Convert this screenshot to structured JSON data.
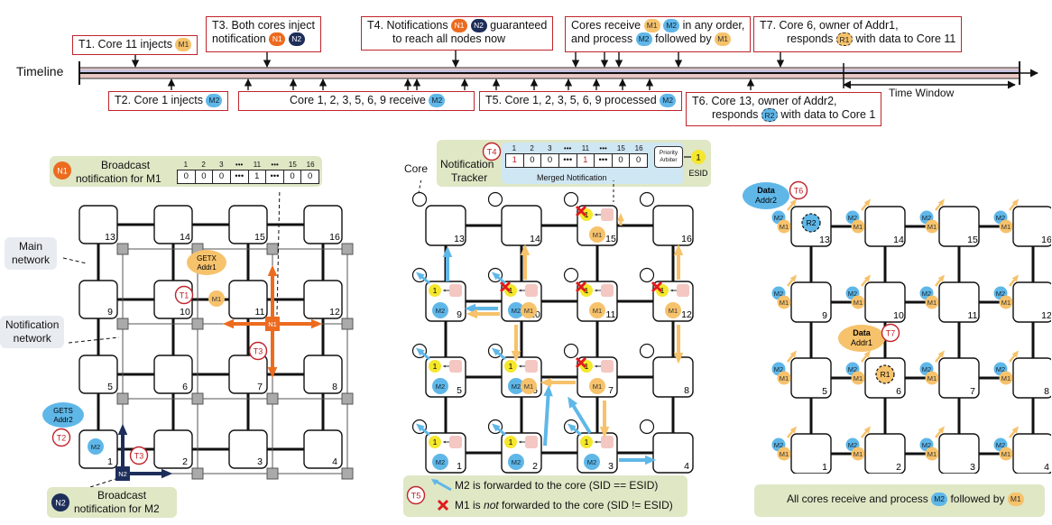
{
  "timeline": {
    "label": "Timeline",
    "time_window": "Time Window",
    "events_top": [
      {
        "id": "t1",
        "pre": "T1. Core 11 injects",
        "pill": "M1",
        "kind": "m1"
      },
      {
        "id": "t3",
        "line1": "T3. Both cores inject",
        "line2_pre": "notification",
        "pills": [
          "N1",
          "N2"
        ]
      },
      {
        "id": "t4",
        "line1_pre": "T4. Notifications",
        "pills": [
          "N1",
          "N2"
        ],
        "line1_post": "guaranteed",
        "line2": "to reach all nodes now"
      },
      {
        "id": "cr",
        "line1_pre": "Cores receive",
        "pills": [
          "M1",
          "M2"
        ],
        "line1_post": "in any order,",
        "line2_pre": "and process",
        "line2_mid": "followed by"
      },
      {
        "id": "t7",
        "line1": "T7. Core 6, owner of Addr1,",
        "line2_pre": "responds",
        "pill": "R1",
        "line2_post": "with data to Core 11"
      }
    ],
    "events_bottom": [
      {
        "id": "t2",
        "pre": "T2. Core 1 injects",
        "pill": "M2"
      },
      {
        "id": "rcv",
        "pre": "Core 1, 2, 3, 5, 6, 9 receive",
        "pill": "M2"
      },
      {
        "id": "t5",
        "pre": "T5. Core 1, 2, 3, 5, 6, 9 processed",
        "pill": "M2"
      },
      {
        "id": "t6",
        "line1": "T6. Core 13, owner of Addr2,",
        "line2_pre": "responds",
        "pill": "R2",
        "line2_post": "with data to Core 1"
      }
    ]
  },
  "panel_left": {
    "n1_title_1": "Broadcast",
    "n1_title_2": "notification for M1",
    "n1_vector_headers": [
      "1",
      "2",
      "3",
      "•••",
      "11",
      "•••",
      "15",
      "16"
    ],
    "n1_vector_values": [
      "0",
      "0",
      "0",
      "•••",
      "1",
      "•••",
      "0",
      "0"
    ],
    "n2_title_1": "Broadcast",
    "n2_title_2": "notification for M2",
    "main_network": [
      "Main",
      "network"
    ],
    "notification_network": [
      "Notification",
      "network"
    ],
    "getx": [
      "GETX",
      "Addr1"
    ],
    "gets": [
      "GETS",
      "Addr2"
    ],
    "tags": {
      "t1": "T1",
      "t2": "T2",
      "t3a": "T3",
      "t3b": "T3"
    },
    "nodes": [
      "13",
      "14",
      "15",
      "16",
      "9",
      "10",
      "11",
      "12",
      "5",
      "6",
      "7",
      "8",
      "1",
      "2",
      "3",
      "4"
    ]
  },
  "panel_middle": {
    "core_label": "Core",
    "tracker_1": "Notification",
    "tracker_2": "Tracker",
    "t4_tag": "T4",
    "vector_headers": [
      "1",
      "2",
      "3",
      "•••",
      "11",
      "•••",
      "15",
      "16"
    ],
    "vector_values": [
      "1",
      "0",
      "0",
      "•••",
      "1",
      "•••",
      "0",
      "0"
    ],
    "merged_label": "Merged Notification",
    "arbiter_1": "Priority",
    "arbiter_2": "Arbiter",
    "esid_value": "1",
    "esid_label": "ESID",
    "legend_tag": "T5",
    "legend_m2": "M2 is forwarded to the core (SID == ESID)",
    "legend_m1_pre": "M1 is ",
    "legend_m1_not": "not",
    "legend_m1_post": " forwarded to the core (SID != ESID)"
  },
  "panel_right": {
    "data_addr2": [
      "Data",
      "Addr2"
    ],
    "data_addr1": [
      "Data",
      "Addr1"
    ],
    "t6_tag": "T6",
    "t7_tag": "T7",
    "r2": "R2",
    "r1": "R1",
    "summary_pre": "All cores receive and process",
    "summary_mid": "followed by"
  },
  "colors": {
    "m1": "#f6c26b",
    "m2": "#5fb7e8",
    "n1": "#ec6b1f",
    "n2": "#1d2e5a",
    "red": "#c0242b",
    "green_panel": "#dfe7c5"
  }
}
